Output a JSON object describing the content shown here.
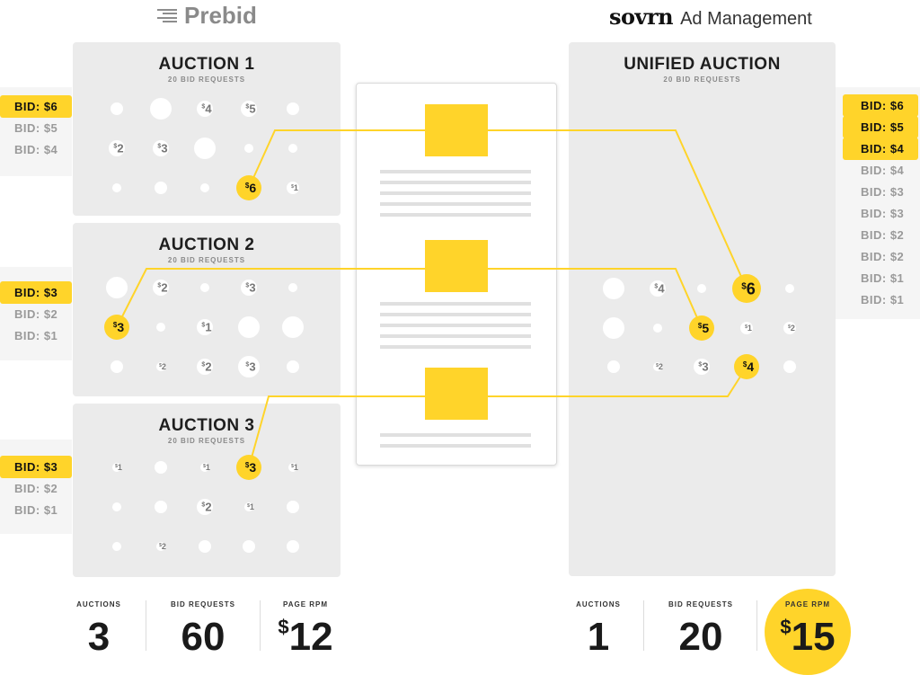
{
  "header": {
    "prebid": "Prebid",
    "sovrn": "sovrn",
    "ad_management": "Ad Management"
  },
  "auction1": {
    "title": "AUCTION 1",
    "sub": "20 BID REQUESTS"
  },
  "auction2": {
    "title": "AUCTION 2",
    "sub": "20 BID REQUESTS"
  },
  "auction3": {
    "title": "AUCTION 3",
    "sub": "20 BID REQUESTS"
  },
  "unified": {
    "title": "UNIFIED AUCTION",
    "sub": "20 BID REQUESTS"
  },
  "bids": {
    "auction1": [
      {
        "label": "BID: $6",
        "winning": true
      },
      {
        "label": "BID: $5",
        "winning": false
      },
      {
        "label": "BID: $4",
        "winning": false
      }
    ],
    "auction2": [
      {
        "label": "BID: $3",
        "winning": true
      },
      {
        "label": "BID: $2",
        "winning": false
      },
      {
        "label": "BID: $1",
        "winning": false
      }
    ],
    "auction3": [
      {
        "label": "BID: $3",
        "winning": true
      },
      {
        "label": "BID: $2",
        "winning": false
      },
      {
        "label": "BID: $1",
        "winning": false
      }
    ],
    "unified": [
      {
        "label": "BID: $6",
        "winning": true
      },
      {
        "label": "BID: $5",
        "winning": true
      },
      {
        "label": "BID: $4",
        "winning": true
      },
      {
        "label": "BID: $4",
        "winning": false
      },
      {
        "label": "BID: $3",
        "winning": false
      },
      {
        "label": "BID: $3",
        "winning": false
      },
      {
        "label": "BID: $2",
        "winning": false
      },
      {
        "label": "BID: $2",
        "winning": false
      },
      {
        "label": "BID: $1",
        "winning": false
      },
      {
        "label": "BID: $1",
        "winning": false
      }
    ]
  },
  "grids": {
    "auction1": [
      [
        {
          "v": "",
          "s": 1
        },
        {
          "v": "",
          "s": 3
        },
        {
          "v": "4",
          "s": 2
        },
        {
          "v": "5",
          "s": 2
        },
        {
          "v": "",
          "s": 1
        }
      ],
      [
        {
          "v": "2",
          "s": 2
        },
        {
          "v": "3",
          "s": 2
        },
        {
          "v": "",
          "s": 3
        },
        {
          "v": "",
          "s": 0
        },
        {
          "v": "",
          "s": 0
        }
      ],
      [
        {
          "v": "",
          "s": 0
        },
        {
          "v": "",
          "s": 1
        },
        {
          "v": "",
          "s": 0
        },
        {
          "v": "6",
          "s": 2,
          "win": true
        },
        {
          "v": "1",
          "s": 1
        }
      ]
    ],
    "auction2": [
      [
        {
          "v": "",
          "s": 3
        },
        {
          "v": "2",
          "s": 2
        },
        {
          "v": "",
          "s": 0
        },
        {
          "v": "3",
          "s": 2
        },
        {
          "v": "",
          "s": 0
        }
      ],
      [
        {
          "v": "3",
          "s": 1,
          "win": true
        },
        {
          "v": "",
          "s": 0
        },
        {
          "v": "1",
          "s": 2
        },
        {
          "v": "",
          "s": 3
        },
        {
          "v": "",
          "s": 3
        }
      ],
      [
        {
          "v": "",
          "s": 1
        },
        {
          "v": "2",
          "s": 0
        },
        {
          "v": "2",
          "s": 2
        },
        {
          "v": "3",
          "s": 3
        },
        {
          "v": "",
          "s": 1
        }
      ]
    ],
    "auction3": [
      [
        {
          "v": "1",
          "s": 0
        },
        {
          "v": "",
          "s": 1
        },
        {
          "v": "1",
          "s": 0
        },
        {
          "v": "3",
          "s": 2,
          "win": true
        },
        {
          "v": "1",
          "s": 0
        }
      ],
      [
        {
          "v": "",
          "s": 0
        },
        {
          "v": "",
          "s": 1
        },
        {
          "v": "2",
          "s": 2
        },
        {
          "v": "1",
          "s": 0
        },
        {
          "v": "",
          "s": 1
        }
      ],
      [
        {
          "v": "",
          "s": 0
        },
        {
          "v": "2",
          "s": 0
        },
        {
          "v": "",
          "s": 1
        },
        {
          "v": "",
          "s": 1
        },
        {
          "v": "",
          "s": 1
        }
      ]
    ],
    "unified": [
      [
        {
          "v": "",
          "s": 3
        },
        {
          "v": "4",
          "s": 2
        },
        {
          "v": "",
          "s": 0
        },
        {
          "v": "6",
          "s": 3,
          "win": true
        },
        {
          "v": "",
          "s": 0
        }
      ],
      [
        {
          "v": "",
          "s": 3
        },
        {
          "v": "",
          "s": 0
        },
        {
          "v": "5",
          "s": 2,
          "win": true
        },
        {
          "v": "1",
          "s": 1
        },
        {
          "v": "2",
          "s": 1
        }
      ],
      [
        {
          "v": "",
          "s": 1
        },
        {
          "v": "2",
          "s": 0
        },
        {
          "v": "3",
          "s": 2
        },
        {
          "v": "4",
          "s": 2,
          "win": true
        },
        {
          "v": "",
          "s": 1
        }
      ]
    ]
  },
  "stats_left": [
    {
      "label": "AUCTIONS",
      "value": "3"
    },
    {
      "label": "BID REQUESTS",
      "value": "60"
    },
    {
      "label": "PAGE RPM",
      "value": "12",
      "currency": "$"
    }
  ],
  "stats_right": [
    {
      "label": "AUCTIONS",
      "value": "1"
    },
    {
      "label": "BID REQUESTS",
      "value": "20"
    },
    {
      "label": "PAGE RPM",
      "value": "15",
      "currency": "$"
    }
  ],
  "colors": {
    "accent": "#ffd42a",
    "panel": "#ebebeb",
    "muted": "#9a9a9a"
  }
}
